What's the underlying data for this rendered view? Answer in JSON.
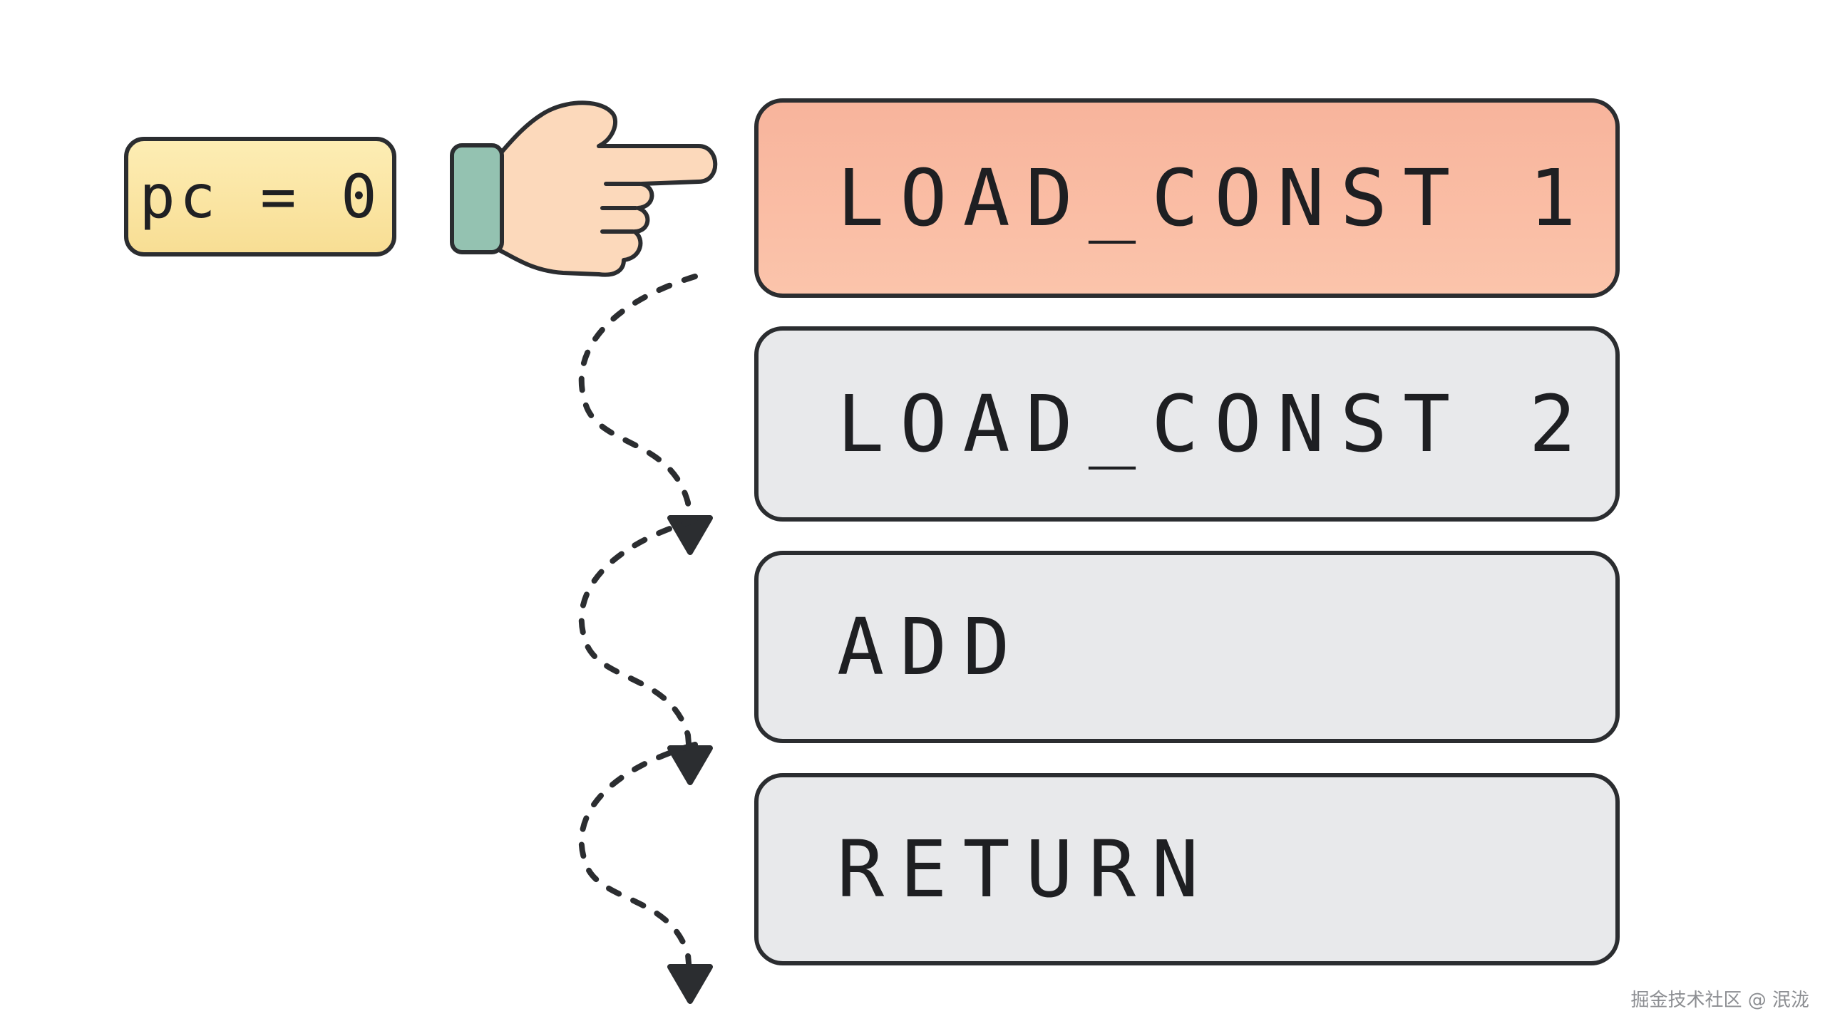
{
  "program_counter": {
    "label": "pc = 0"
  },
  "instructions": [
    {
      "text": "LOAD_CONST 1",
      "state": "active"
    },
    {
      "text": "LOAD_CONST 2",
      "state": "idle"
    },
    {
      "text": "ADD",
      "state": "idle"
    },
    {
      "text": "RETURN",
      "state": "idle"
    }
  ],
  "pointer_icon": "pointing-hand-icon",
  "flow_arrow_icon": "dashed-curved-arrow-icon",
  "colors": {
    "pc_fill": "#f8de94",
    "active_fill": "#fbc4ab",
    "idle_fill": "#e8e9eb",
    "outline": "#2b2d30",
    "hand_skin": "#fcd9bb",
    "cuff": "#94c2b1"
  },
  "watermark": "掘金技术社区 @ 泯泷"
}
